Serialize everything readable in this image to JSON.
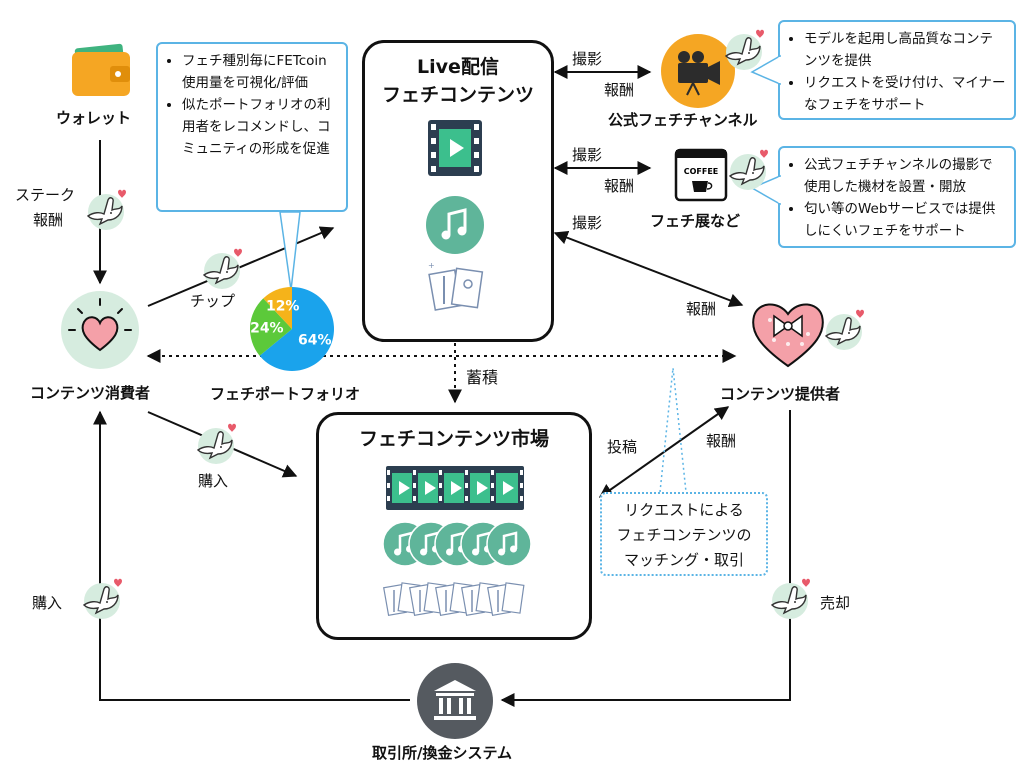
{
  "nodes": {
    "wallet": "ウォレット",
    "consumer": "コンテンツ消費者",
    "provider": "コンテンツ提供者",
    "official_channel": "公式フェチチャンネル",
    "exhibition": "フェチ展など",
    "portfolio": "フェチポートフォリオ",
    "exchange": "取引所/換金システム"
  },
  "live_box": {
    "title_line1": "Live配信",
    "title_line2": "フェチコンテンツ"
  },
  "market_box": {
    "title": "フェチコンテンツ市場"
  },
  "edges": {
    "stake": "ステーク",
    "stake_reward": "報酬",
    "tip": "チップ",
    "shoot1": "撮影",
    "reward1": "報酬",
    "shoot2": "撮影",
    "reward2": "報酬",
    "shoot3": "撮影",
    "reward3": "報酬",
    "accumulate": "蓄積",
    "buy_market": "購入",
    "post": "投稿",
    "post_reward": "報酬",
    "buy_exchange": "購入",
    "sell": "売却"
  },
  "callouts": {
    "portfolio_items": [
      "フェチ種別毎にFETcoin使用量を可視化/評価",
      "似たポートフォリオの利用者をレコメンドし、コミュニティの形成を促進"
    ],
    "official_items": [
      "モデルを起用し高品質なコンテンツを提供",
      "リクエストを受け付け、マイナーなフェチをサポート"
    ],
    "exhibition_items": [
      "公式フェチチャンネルの撮影で使用した機材を設置・開放",
      "匂い等のWebサービスでは提供しにくいフェチをサポート"
    ],
    "request_line1": "リクエストによる",
    "request_line2": "フェチコンテンツの",
    "request_line3": "マッチング・取引"
  },
  "pie": {
    "slices": [
      {
        "label": "64%",
        "value": 64,
        "color": "#1aa3ec"
      },
      {
        "label": "24%",
        "value": 24,
        "color": "#5cc93a"
      },
      {
        "label": "12%",
        "value": 12,
        "color": "#f5b31a"
      }
    ]
  },
  "icon_texts": {
    "coffee_sign": "COFFEE"
  },
  "colors": {
    "callout_border": "#5bb4e5",
    "bird_bg": "#d6ecdf",
    "heart": "#f4a0a8"
  }
}
